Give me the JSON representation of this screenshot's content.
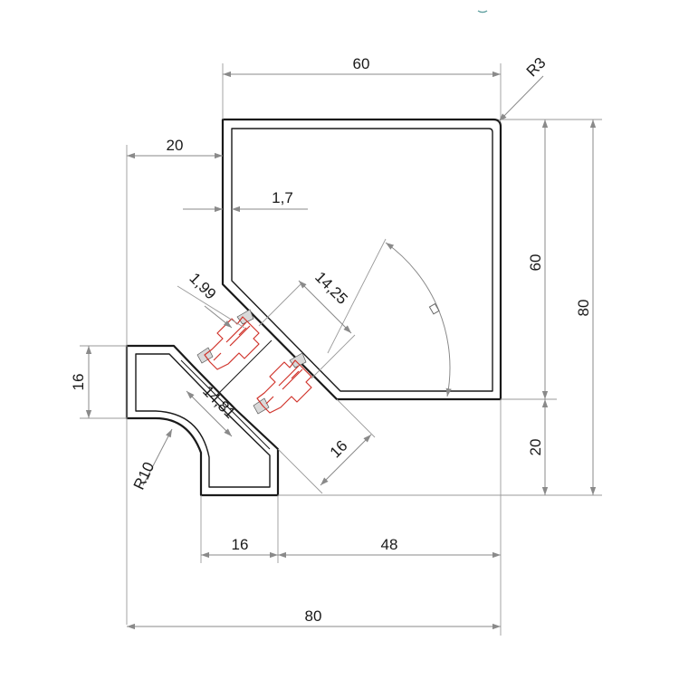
{
  "drawing": {
    "dimensions": {
      "top_width": "60",
      "corner_radius": "R3",
      "offset_left": "20",
      "wall_thickness": "1,7",
      "right_height_upper": "60",
      "right_height_total": "80",
      "right_height_lower": "20",
      "left_profile_height": "16",
      "connector_gap": "1,99",
      "connector_span_upper": "14,25",
      "connector_span_lower": "14,81",
      "diagonal_width": "16",
      "arc_radius": "R10",
      "bottom_small_width": "16",
      "bottom_large_width": "48",
      "overall_width": "80"
    },
    "colors": {
      "outline": "#1a1a1a",
      "dimension": "#8a8a8a",
      "connector": "#d0342c"
    }
  }
}
